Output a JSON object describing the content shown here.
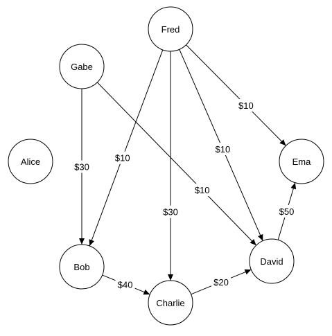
{
  "graph": {
    "nodes": [
      {
        "id": "fred",
        "label": "Fred"
      },
      {
        "id": "gabe",
        "label": "Gabe"
      },
      {
        "id": "alice",
        "label": "Alice"
      },
      {
        "id": "ema",
        "label": "Ema"
      },
      {
        "id": "bob",
        "label": "Bob"
      },
      {
        "id": "charlie",
        "label": "Charlie"
      },
      {
        "id": "david",
        "label": "David"
      }
    ],
    "edges": [
      {
        "from": "gabe",
        "to": "bob",
        "label": "$30"
      },
      {
        "from": "gabe",
        "to": "david",
        "label": "$10"
      },
      {
        "from": "fred",
        "to": "bob",
        "label": "$10"
      },
      {
        "from": "fred",
        "to": "charlie",
        "label": "$30"
      },
      {
        "from": "fred",
        "to": "david",
        "label": "$10"
      },
      {
        "from": "fred",
        "to": "ema",
        "label": "$10"
      },
      {
        "from": "bob",
        "to": "charlie",
        "label": "$40"
      },
      {
        "from": "charlie",
        "to": "david",
        "label": "$20"
      },
      {
        "from": "david",
        "to": "ema",
        "label": "$50"
      }
    ]
  }
}
